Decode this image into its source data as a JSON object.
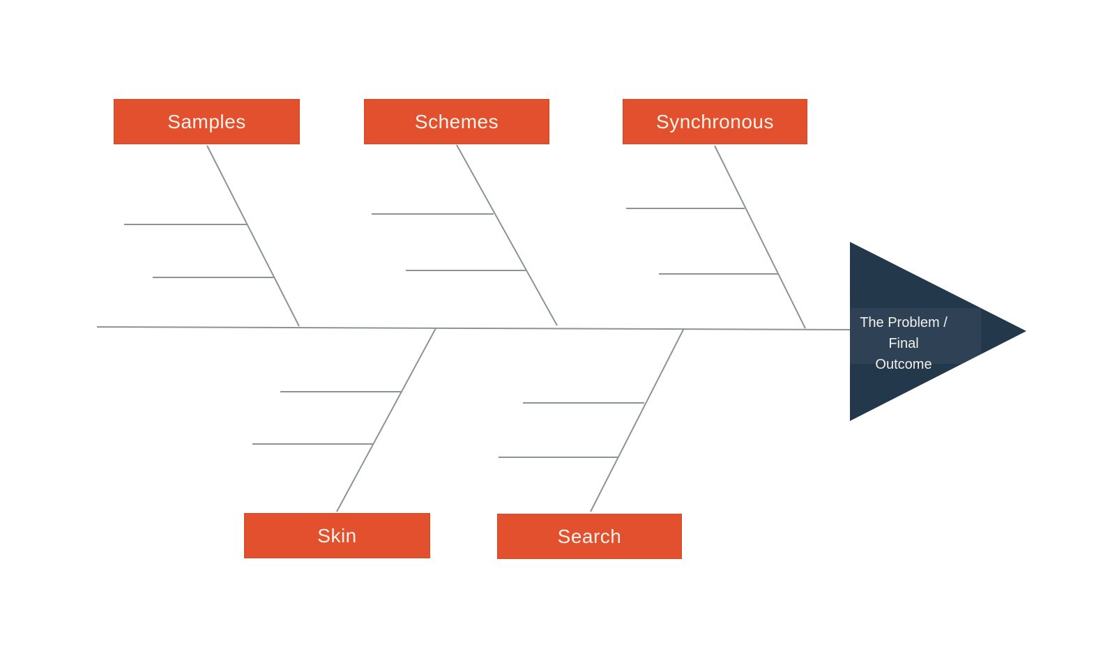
{
  "diagram": {
    "type": "fishbone-cause-effect",
    "spine_direction": "left-to-right",
    "categories": [
      {
        "label": "Samples",
        "side": "top",
        "branch_count": 2
      },
      {
        "label": "Schemes",
        "side": "top",
        "branch_count": 2
      },
      {
        "label": "Synchronous",
        "side": "top",
        "branch_count": 2
      },
      {
        "label": "Skin",
        "side": "bottom",
        "branch_count": 2
      },
      {
        "label": "Search",
        "side": "bottom",
        "branch_count": 2
      }
    ],
    "effect": {
      "lines": [
        "The Problem /",
        "Final",
        "Outcome"
      ]
    },
    "colors": {
      "category_box": "#e2502d",
      "category_text": "#f7f2ea",
      "effect_arrow": "#24384c",
      "effect_text": "#f2f0ec",
      "line": "#8a9396",
      "background": "#ffffff"
    }
  }
}
